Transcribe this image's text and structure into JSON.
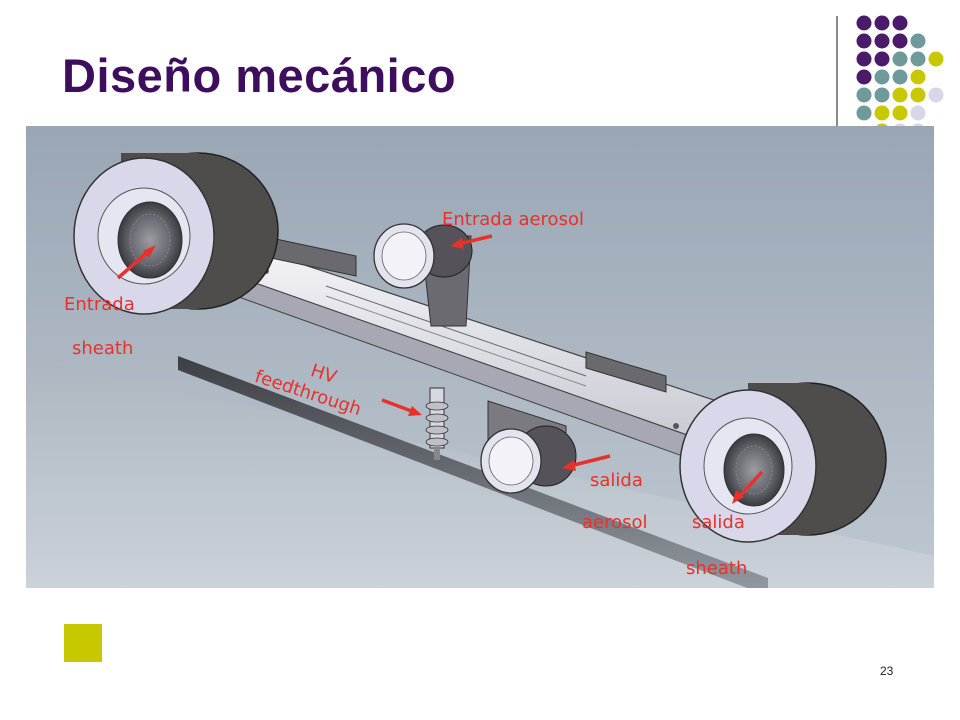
{
  "slide": {
    "title": "Diseño mecánico",
    "page_number": "23"
  },
  "theme": {
    "title_color": "#3d0e5e",
    "accent_purple": "#4a1a6b",
    "accent_teal": "#6f9a9c",
    "accent_yellow": "#c8c800",
    "accent_lavender": "#d7d7e8",
    "callout_color": "#e8312a"
  },
  "callouts": {
    "entrada_aerosol": "Entrada aerosol",
    "entrada_sheath_1": "Entrada",
    "entrada_sheath_2": "sheath",
    "hv_1": "HV",
    "hv_2": "feedthrough",
    "salida_aerosol_1": "salida",
    "salida_aerosol_2": "aerosol",
    "salida_sheath_1": "salida",
    "salida_sheath_2": "sheath"
  }
}
